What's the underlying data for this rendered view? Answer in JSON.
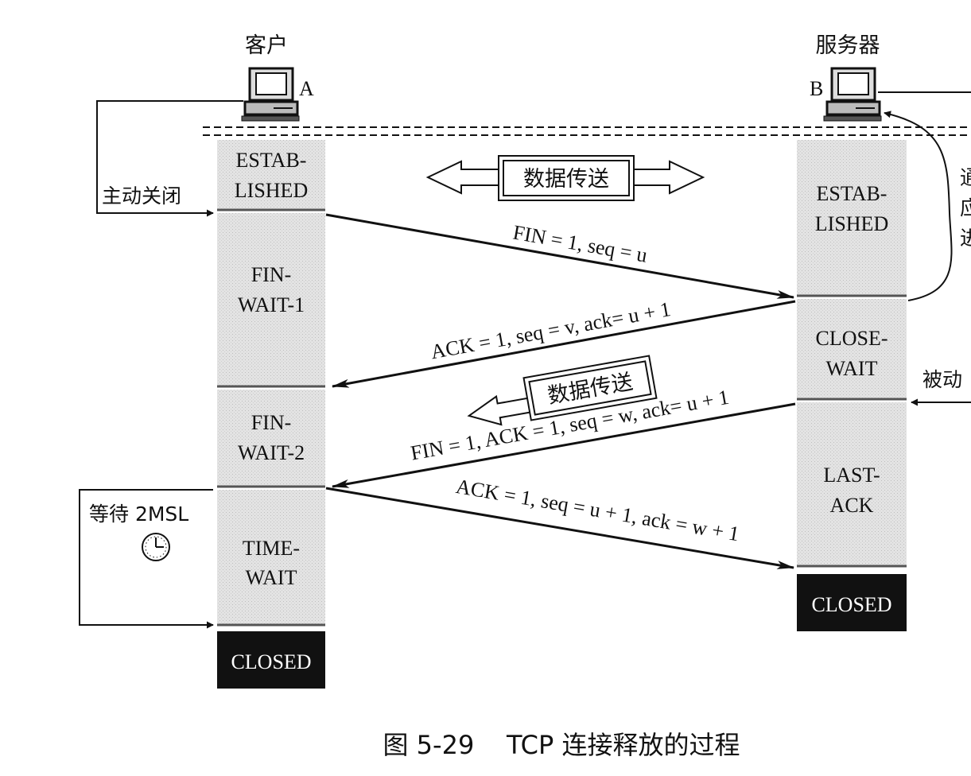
{
  "client": {
    "label": "客户",
    "host": "A",
    "active_close": "主动关闭",
    "wait_label": "等待 2MSL"
  },
  "server": {
    "label": "服务器",
    "host": "B",
    "passive_close": "被动",
    "notify_chars": [
      "通",
      "应",
      "进"
    ]
  },
  "client_states": [
    {
      "lines": [
        "ESTAB-",
        "LISHED"
      ]
    },
    {
      "lines": [
        "FIN-",
        "WAIT-1"
      ]
    },
    {
      "lines": [
        "FIN-",
        "WAIT-2"
      ]
    },
    {
      "lines": [
        "TIME-",
        "WAIT"
      ]
    },
    {
      "lines": [
        "CLOSED"
      ]
    }
  ],
  "server_states": [
    {
      "lines": [
        "ESTAB-",
        "LISHED"
      ]
    },
    {
      "lines": [
        "CLOSE-",
        "WAIT"
      ]
    },
    {
      "lines": [
        "LAST-",
        "ACK"
      ]
    },
    {
      "lines": [
        "CLOSED"
      ]
    }
  ],
  "data_transfer_label": "数据传送",
  "messages": [
    {
      "label": "FIN = 1, seq = u"
    },
    {
      "label": "ACK = 1, seq = v, ack= u + 1"
    },
    {
      "label": "FIN = 1, ACK = 1, seq = w, ack= u + 1"
    },
    {
      "label": "ACK = 1, seq = u + 1, ack = w + 1"
    }
  ],
  "caption": "图 5-29    TCP 连接释放的过程"
}
